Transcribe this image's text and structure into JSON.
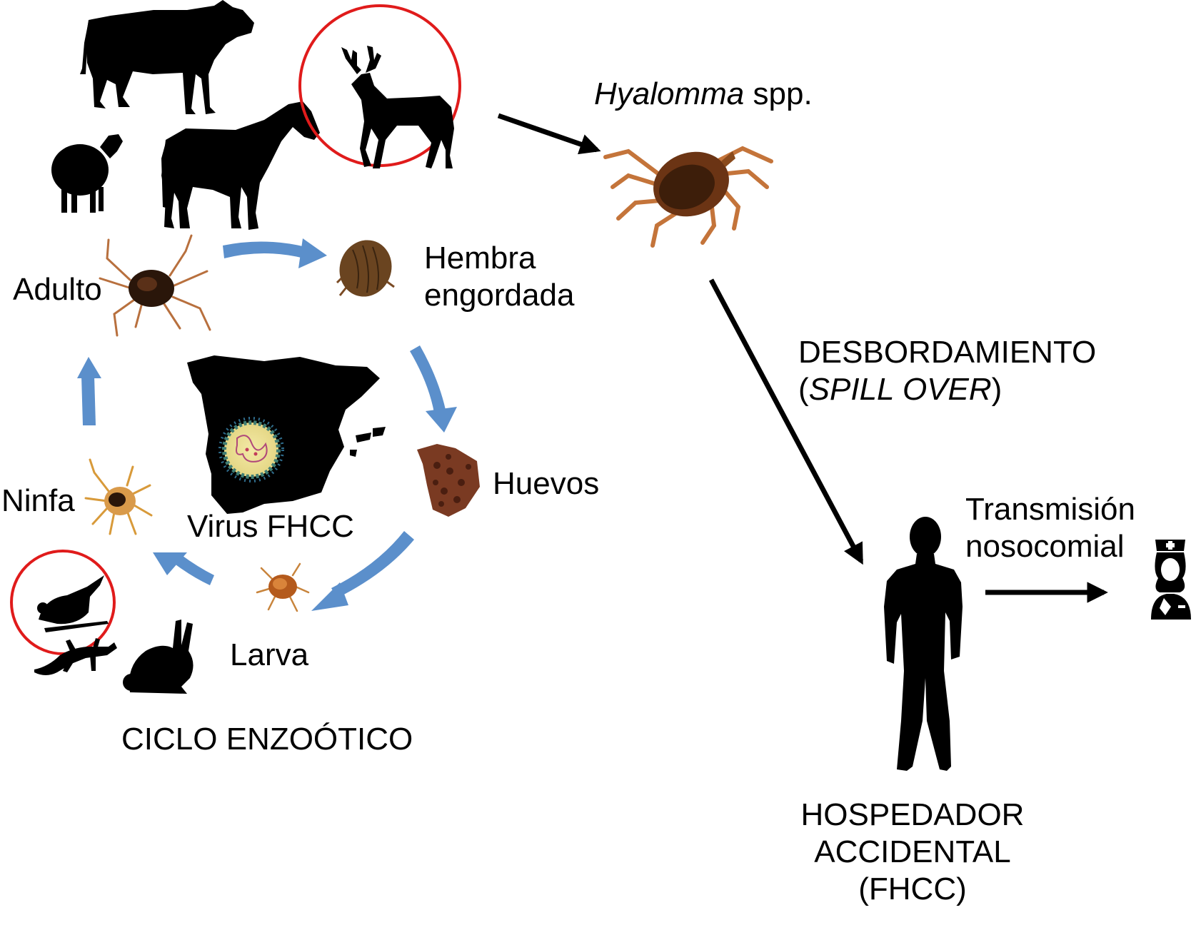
{
  "labels": {
    "hyalomma_genus": "Hyalomma",
    "hyalomma_suffix": " spp.",
    "hembra_line1": "Hembra",
    "hembra_line2": "engordada",
    "adulto": "Adulto",
    "huevos": "Huevos",
    "ninfa": "Ninfa",
    "larva": "Larva",
    "virus": "Virus FHCC",
    "ciclo": "CICLO ENZOÓTICO",
    "desbordamiento": "DESBORDAMIENTO",
    "spill_open": "(",
    "spill_over": "SPILL OVER",
    "spill_close": ")",
    "transmision_line1": "Transmisión",
    "transmision_line2": "nosocomial",
    "hospedador_line1": "HOSPEDADOR",
    "hospedador_line2": "ACCIDENTAL",
    "hospedador_line3": "(FHCC)"
  },
  "icons": {
    "cow": "cow-silhouette-icon",
    "sheep": "sheep-silhouette-icon",
    "horse": "horse-silhouette-icon",
    "deer": "deer-silhouette-icon",
    "bird": "bird-silhouette-icon",
    "lizard": "lizard-silhouette-icon",
    "rabbit": "rabbit-silhouette-icon",
    "tick": "tick-icon",
    "spain_map": "spain-map-icon",
    "virus": "virus-icon",
    "person": "person-silhouette-icon",
    "nurse": "nurse-icon"
  },
  "colors": {
    "cycle_arrow": "#5b8fcb",
    "highlight_circle": "#e01b1b",
    "tick_body": "#7a3a12",
    "tick_legs": "#c4743a",
    "silhouette": "#000000"
  }
}
